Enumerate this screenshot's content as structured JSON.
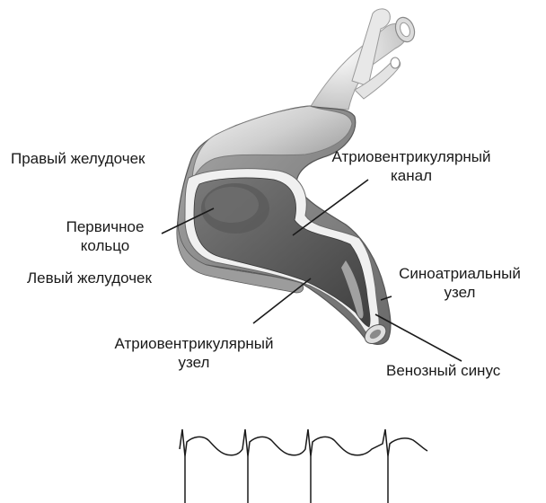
{
  "labels": {
    "right_ventricle": "Правый желудочек",
    "av_canal_line1": "Атриовентрикулярный",
    "av_canal_line2": "канал",
    "primary_ring_line1": "Первичное",
    "primary_ring_line2": "кольцо",
    "left_ventricle": "Левый желудочек",
    "sa_node_line1": "Синоатриальный",
    "sa_node_line2": "узел",
    "av_node_line1": "Атриовентрикулярный",
    "av_node_line2": "узел",
    "sinus_venosus": "Венозный синус"
  },
  "colors": {
    "tube_outer": "#8f8f8f",
    "tube_light": "#d6d6d6",
    "tube_dark": "#5e5e5e",
    "lumen": "#4a4a4a",
    "rim": "#f2f2f2",
    "text": "#1a1a1a",
    "ecg_trace": "#1a1a1a"
  }
}
